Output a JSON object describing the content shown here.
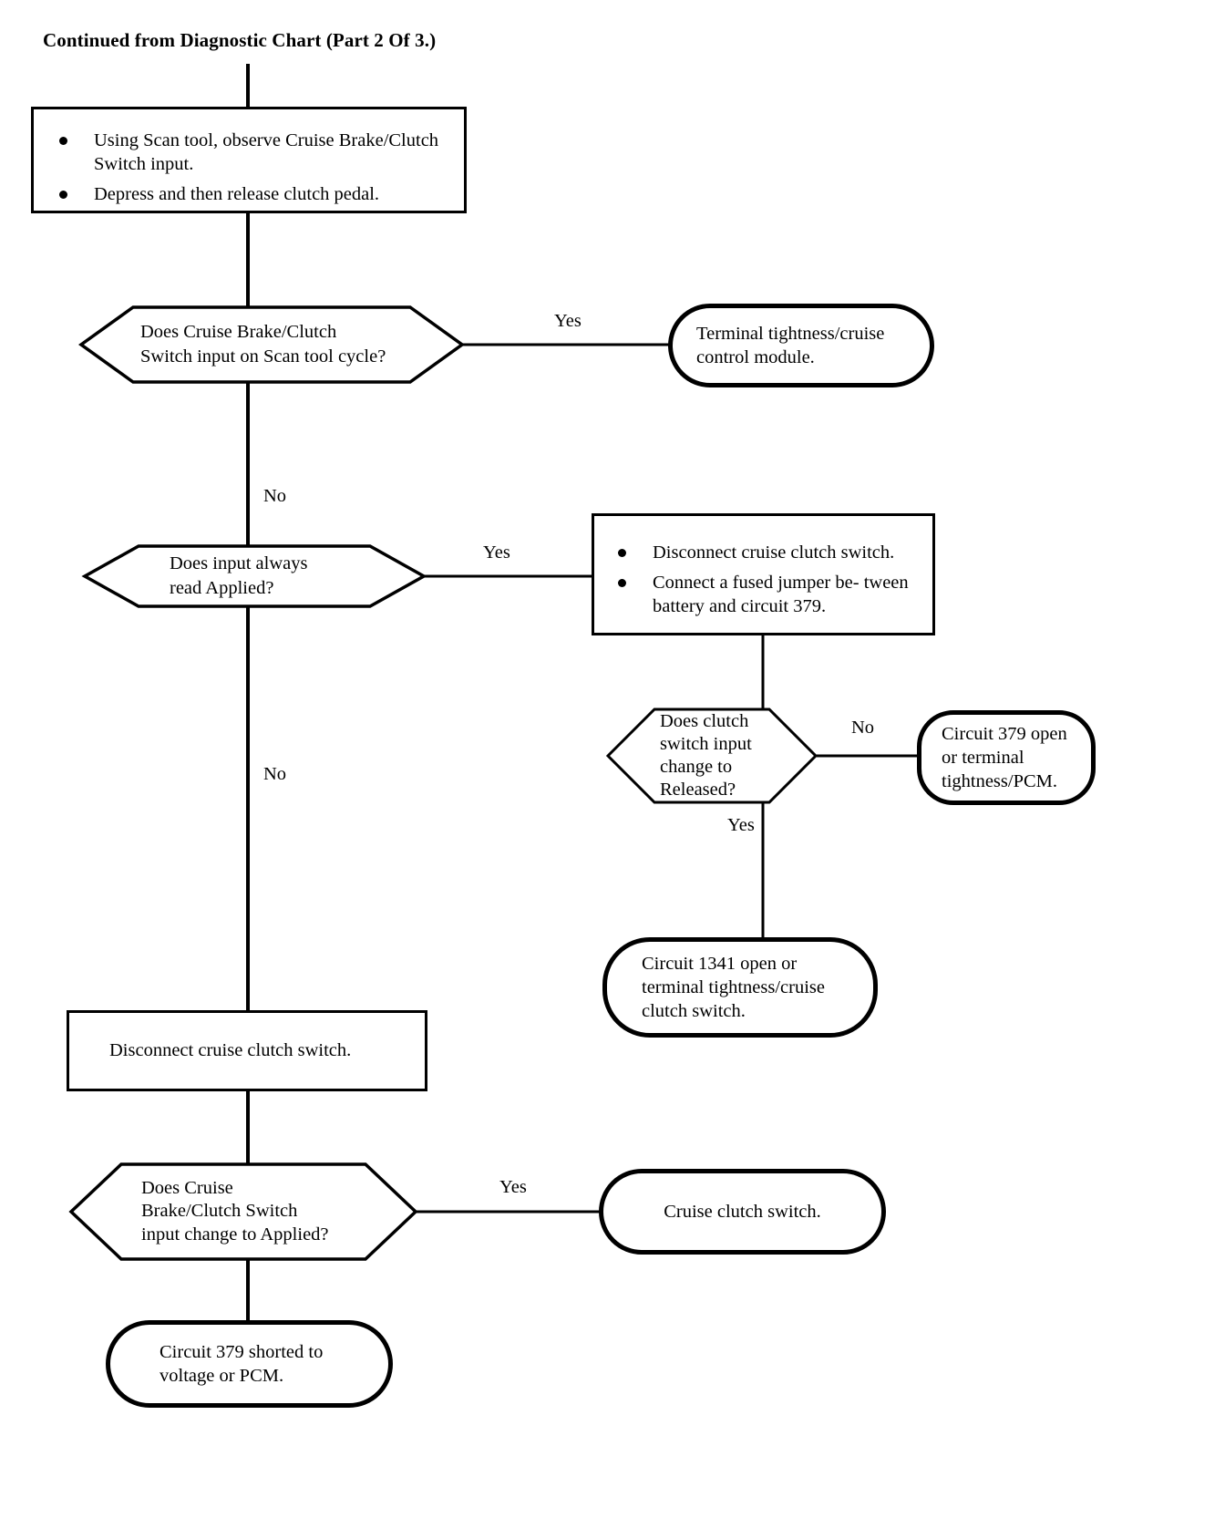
{
  "title": "Continued from Diagnostic Chart (Part 2 Of 3.)",
  "nodes": {
    "step1": {
      "type": "process",
      "bullets": [
        "Using Scan tool, observe Cruise Brake/Clutch Switch input.",
        "Depress and then release clutch pedal."
      ]
    },
    "decision1": {
      "type": "decision",
      "lines": [
        "Does Cruise Brake/Clutch",
        "Switch input on Scan tool cycle?"
      ],
      "yes_label": "Yes",
      "no_label": "No"
    },
    "terminal1": {
      "type": "terminal",
      "lines": [
        "Terminal tightness/cruise",
        "control module."
      ]
    },
    "decision2": {
      "type": "decision",
      "lines": [
        "Does input always",
        "read Applied?"
      ],
      "yes_label": "Yes",
      "no_label": "No"
    },
    "step2": {
      "type": "process",
      "bullets": [
        "Disconnect cruise  clutch switch.",
        "Connect a fused jumper be-tween battery and circuit 379."
      ],
      "bullet_lines": [
        [
          "Disconnect cruise  clutch switch."
        ],
        [
          "Connect a fused jumper be-",
          "tween battery and circuit 379."
        ]
      ]
    },
    "decision3": {
      "type": "decision",
      "lines": [
        "Does clutch",
        "switch input",
        "change to",
        "Released?"
      ],
      "no_label": "No",
      "yes_label": "Yes"
    },
    "terminal2": {
      "type": "terminal",
      "lines": [
        "Circuit 379 open",
        "or terminal",
        "tightness/PCM."
      ]
    },
    "terminal3": {
      "type": "terminal",
      "lines": [
        "Circuit 1341 open or",
        "terminal tightness/cruise",
        "clutch switch."
      ]
    },
    "step3": {
      "type": "process",
      "lines": [
        "Disconnect cruise clutch switch."
      ]
    },
    "decision4": {
      "type": "decision",
      "lines": [
        "Does Cruise",
        "Brake/Clutch Switch",
        "input change to Applied?"
      ],
      "yes_label": "Yes"
    },
    "terminal4": {
      "type": "terminal",
      "lines": [
        "Cruise clutch switch."
      ]
    },
    "terminal5": {
      "type": "terminal",
      "lines": [
        "Circuit 379 shorted to",
        "voltage or PCM."
      ]
    }
  },
  "colors": {
    "stroke": "#000000",
    "background": "#ffffff"
  }
}
